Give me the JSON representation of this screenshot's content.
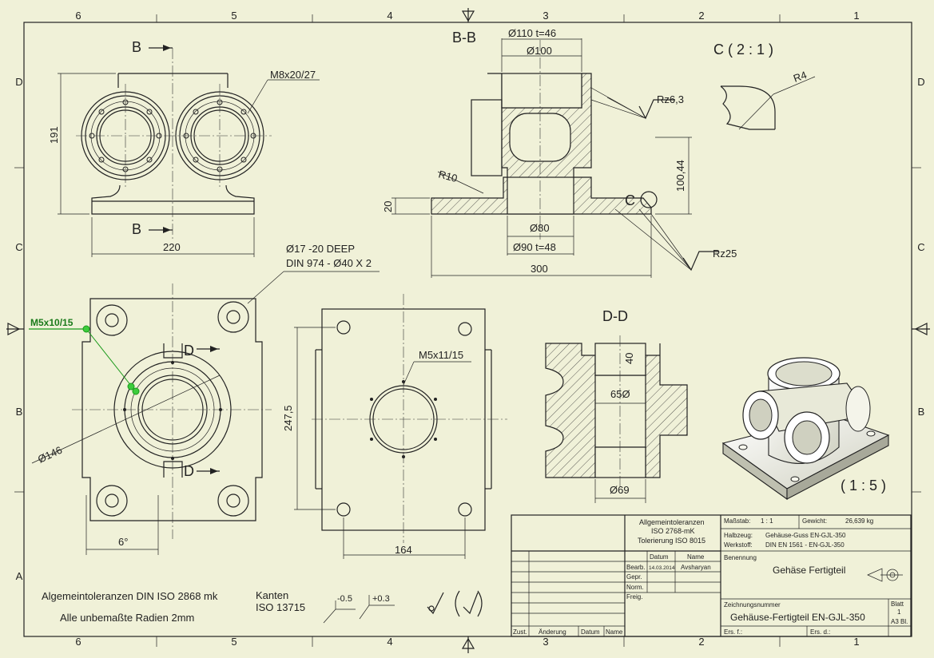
{
  "grid": {
    "columns": [
      "6",
      "5",
      "4",
      "3",
      "2",
      "1"
    ],
    "rows": [
      "D",
      "C",
      "B",
      "A"
    ]
  },
  "views": {
    "section_bb": "B-B",
    "section_dd": "D-D",
    "detail_c": "C ( 2 : 1 )",
    "iso_scale": "( 1 : 5 )",
    "cut_b": "B",
    "cut_d": "D",
    "detail_mark": "C"
  },
  "dimensions": {
    "front_height": "191",
    "front_width": "220",
    "thread_front": "M8x20/27",
    "bb_od110": "Ø110 t=46",
    "bb_od100": "Ø100",
    "bb_rz63": "Rz6,3",
    "bb_r10": "R10",
    "bb_h100": "100,44",
    "bb_h20": "20",
    "bb_d80": "Ø80",
    "bb_d90": "Ø90 t=48",
    "bb_w300": "300",
    "bb_rz25": "Rz25",
    "detail_r4": "R4",
    "hole_note_1": "Ø17 -20 DEEP",
    "hole_note_2": "DIN 974 - Ø40 X 2",
    "thread_side": "M5x10/15",
    "diam_146": "Ø146",
    "angle_6": "6°",
    "top_h247": "247,5",
    "top_thread": "M5x11/15",
    "top_w164": "164",
    "dd_40": "40",
    "dd_65": "65Ø",
    "dd_69": "Ø69"
  },
  "notes": {
    "tolerances": "Algemeintoleranzen DIN ISO 2868 mk",
    "radii": "Alle unbemaßte Radien 2mm",
    "edges_title": "Kanten",
    "edges_std": "ISO 13715",
    "edge_minus": "-0.5",
    "edge_plus": "+0.3"
  },
  "title_block": {
    "general_tol_1": "Allgemeintoleranzen",
    "general_tol_2": "ISO 2768-mK",
    "general_tol_3": "Tolerierung ISO 8015",
    "scale_label": "Maßstab:",
    "scale_value": "1 : 1",
    "weight_label": "Gewicht:",
    "weight_value": "26,639 kg",
    "semi_label": "Halbzeug:",
    "semi_value": "Gehäuse-Guss EN-GJL-350",
    "material_label": "Werkstoff:",
    "material_value": "DIN EN 1561 - EN-GJL-350",
    "name_label": "Benennung",
    "name_value": "Gehäse Fertigteil",
    "date_col": "Datum",
    "name_col": "Name",
    "bearb": "Bearb.",
    "bearb_date": "14.03.2014",
    "bearb_name": "Avsharyan",
    "gepr": "Gepr.",
    "norm": "Norm.",
    "freig": "Freig.",
    "drawing_no_label": "Zeichnungsnummer",
    "drawing_no": "Gehäuse-Fertigteil EN-GJL-350",
    "sheet_label": "Blatt",
    "sheet_value": "1",
    "format": "A3 Bl.",
    "ers_f": "Ers. f.:",
    "ers_d": "Ers. d.:",
    "zust": "Zust.",
    "aenderung": "Änderung",
    "datum": "Datum",
    "name": "Name"
  },
  "colors": {
    "background": "#f0f1d8",
    "lines": "#222222",
    "highlight": "#1a9a1a"
  }
}
